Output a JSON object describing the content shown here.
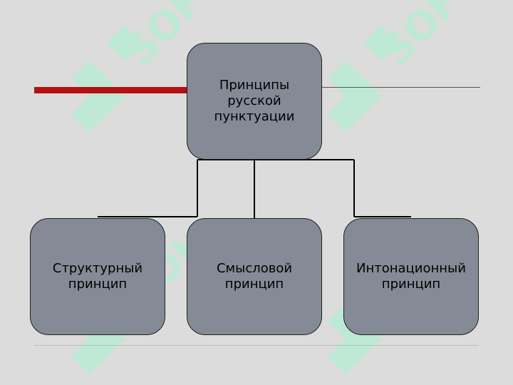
{
  "diagram": {
    "root": {
      "label": "Принципы\nрусской\nпунктуации"
    },
    "children": [
      {
        "label": "Структурный\nпринцип"
      },
      {
        "label": "Смысловой\nпринцип"
      },
      {
        "label": "Интонационный\nпринцип"
      }
    ]
  },
  "watermark": {
    "text": "SOFT"
  },
  "colors": {
    "background": "#dcdcdc",
    "box_fill": "#848b96",
    "accent_bar": "#b51111",
    "watermark": "#b8ecd4"
  }
}
